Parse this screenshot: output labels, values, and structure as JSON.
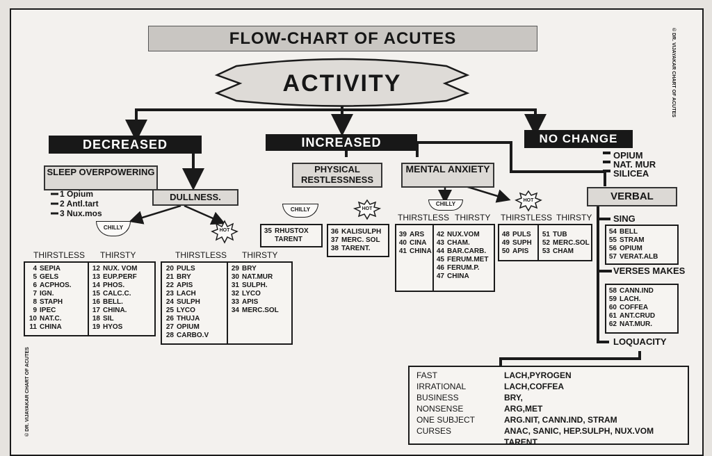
{
  "title": "FLOW-CHART OF ACUTES",
  "main": "ACTIVITY",
  "copyright": "© DR. VIJAYAKAR CHART OF ACUTES",
  "decreased": {
    "label": "DECREASED",
    "sleep": "SLEEP OVERPOWERING",
    "sleep_list": [
      "1 Opium",
      "2 Antl.tart",
      "3 Nux.mos"
    ],
    "dullness": "DULLNESS.",
    "chilly": "CHILLY",
    "hot": "HOT",
    "thirstless": "THIRSTLESS",
    "thirsty": "THIRSTY",
    "chilly_thirstless": [
      [
        "4",
        "SEPIA"
      ],
      [
        "5",
        "GELS"
      ],
      [
        "6",
        "ACPHOS."
      ],
      [
        "7",
        "IGN."
      ],
      [
        "8",
        "STAPH"
      ],
      [
        "9",
        "IPEC"
      ],
      [
        "10",
        "NAT.C."
      ],
      [
        "11",
        "CHINA"
      ]
    ],
    "chilly_thirsty": [
      [
        "12",
        "NUX. VOM"
      ],
      [
        "13",
        "EUP.PERF"
      ],
      [
        "14",
        "PHOS."
      ],
      [
        "15",
        "CALC.C."
      ],
      [
        "16",
        "BELL."
      ],
      [
        "17",
        "CHINA."
      ],
      [
        "18",
        "SIL"
      ],
      [
        "19",
        "HYOS"
      ]
    ],
    "hot_thirstless": [
      [
        "20",
        "PULS"
      ],
      [
        "21",
        "BRY"
      ],
      [
        "22",
        "APIS"
      ],
      [
        "23",
        "LACH"
      ],
      [
        "24",
        "SULPH"
      ],
      [
        "25",
        "LYCO"
      ],
      [
        "26",
        "THUJA"
      ],
      [
        "27",
        "OPIUM"
      ],
      [
        "28",
        "CARBO.V"
      ]
    ],
    "hot_thirsty": [
      [
        "29",
        "BRY"
      ],
      [
        "30",
        "NAT.MUR"
      ],
      [
        "31",
        "SULPH."
      ],
      [
        "32",
        "LYCO"
      ],
      [
        "33",
        "APIS"
      ],
      [
        "34",
        "MERC.SOL"
      ]
    ]
  },
  "increased": {
    "label": "INCREASED",
    "physical": "PHYSICAL RESTLESSNESS",
    "chilly": "CHILLY",
    "hot": "HOT",
    "phys_chilly": [
      [
        "35",
        "RHUSTOX"
      ],
      [
        "",
        "TARENT"
      ]
    ],
    "phys_hot": [
      [
        "36",
        "KALISULPH"
      ],
      [
        "37",
        "MERC. SOL"
      ],
      [
        "38",
        "TARENT."
      ]
    ],
    "mental": "MENTAL ANXIETY",
    "thirstless": "THIRSTLESS",
    "thirsty": "THIRSTY",
    "ment_chilly_thirstless": [
      [
        "39",
        "ARS"
      ],
      [
        "40",
        "CINA"
      ],
      [
        "41",
        "CHINA"
      ]
    ],
    "ment_chilly_thirsty": [
      [
        "42",
        "NUX.VOM"
      ],
      [
        "43",
        "CHAM."
      ],
      [
        "44",
        "BAR.CARB."
      ],
      [
        "45",
        "FERUM.MET"
      ],
      [
        "46",
        "FERUM.P."
      ],
      [
        "47",
        "CHINA"
      ]
    ],
    "ment_hot_thirstless": [
      [
        "48",
        "PULS"
      ],
      [
        "49",
        "SUPH"
      ],
      [
        "50",
        "APIS"
      ]
    ],
    "ment_hot_thirsty": [
      [
        "51",
        "TUB"
      ],
      [
        "52",
        "MERC.SOL"
      ],
      [
        "53",
        "CHAM"
      ]
    ]
  },
  "nochange": {
    "label": "NO CHANGE",
    "list": [
      "OPIUM",
      "NAT. MUR",
      "SILICEA"
    ],
    "verbal": "VERBAL",
    "sing": "SING",
    "sing_list": [
      [
        "54",
        "BELL"
      ],
      [
        "55",
        "STRAM"
      ],
      [
        "56",
        "OPIUM"
      ],
      [
        "57",
        "VERAT.ALB"
      ]
    ],
    "verses": "VERSES MAKES",
    "verses_list": [
      [
        "58",
        "CANN.IND"
      ],
      [
        "59",
        "LACH."
      ],
      [
        "60",
        "COFFEA"
      ],
      [
        "61",
        "ANT.CRUD"
      ],
      [
        "62",
        "NAT.MUR."
      ]
    ],
    "loquacity": "LOQUACITY",
    "loq": [
      [
        "FAST",
        "LACH,PYROGEN"
      ],
      [
        "IRRATIONAL",
        "LACH,COFFEA"
      ],
      [
        "BUSINESS",
        "BRY,"
      ],
      [
        "NONSENSE",
        "ARG,MET"
      ],
      [
        "ONE SUBJECT",
        "ARG.NIT, CANN.IND, STRAM"
      ],
      [
        "CURSES",
        "ANAC, SANIC, HEP.SULPH, NUX.VOM TARENT"
      ]
    ]
  }
}
